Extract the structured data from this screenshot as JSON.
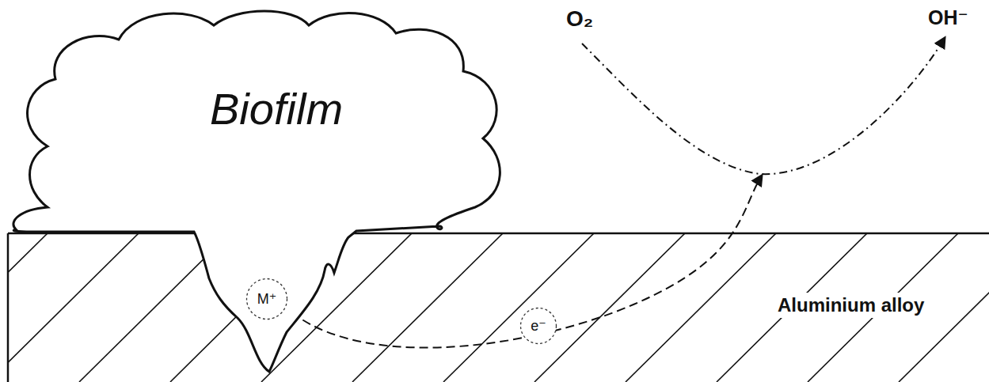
{
  "diagram": {
    "nodes": [
      {
        "text": [
          "Biofilm"
        ]
      },
      {
        "text": [
          "M⁺"
        ],
        "in": 0
      },
      {
        "text": [
          "e⁻"
        ]
      }
    ],
    "labels": [
      "O₂",
      "OH⁻",
      "Aluminium alloy"
    ]
  }
}
